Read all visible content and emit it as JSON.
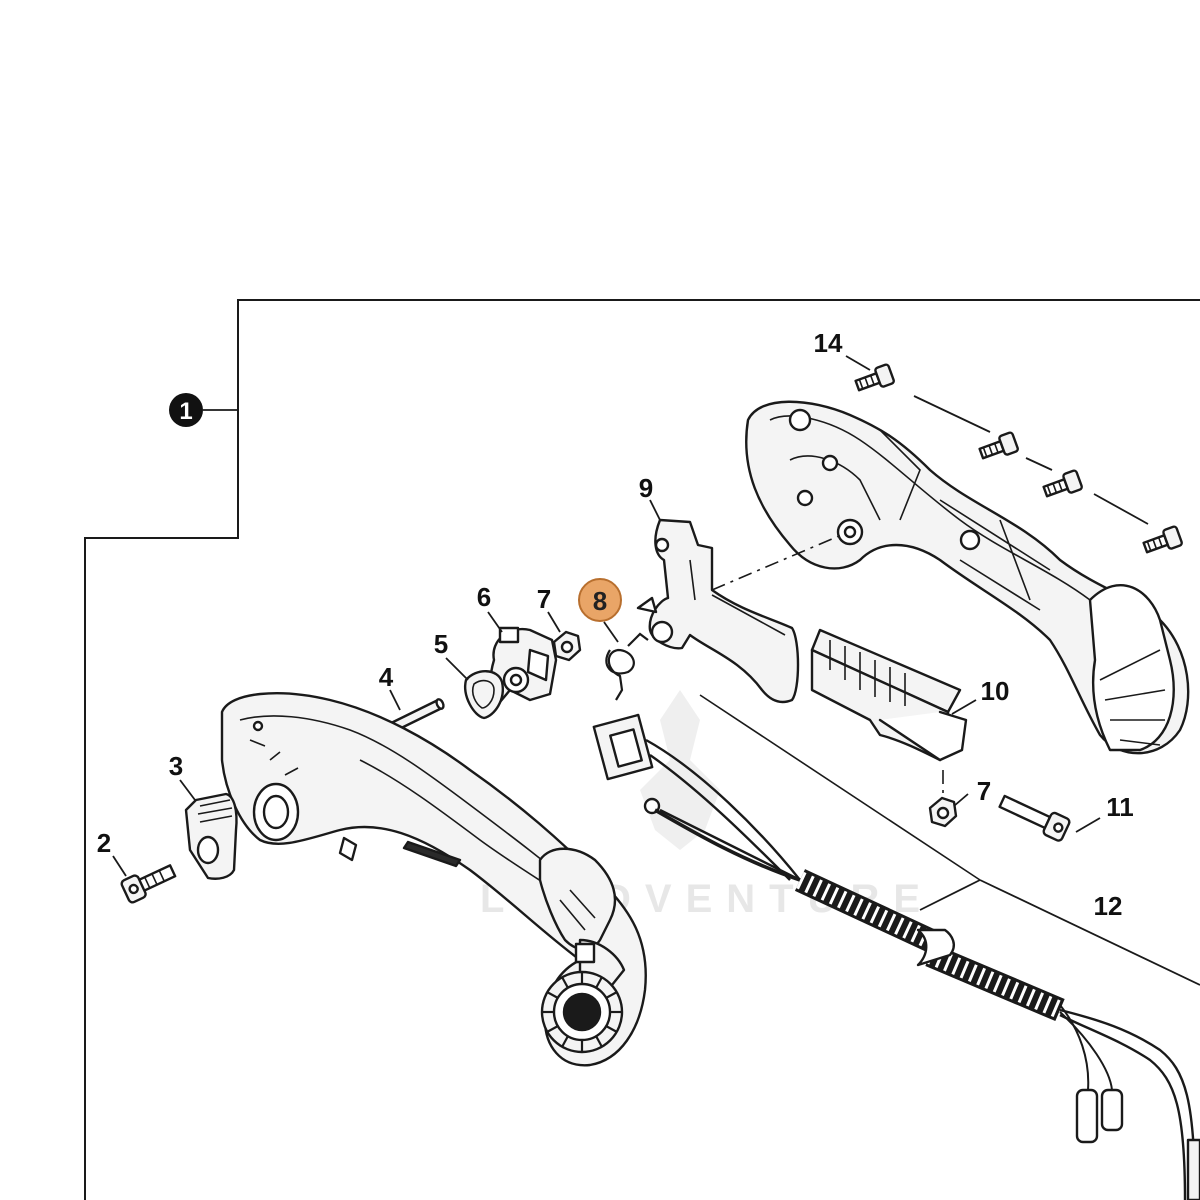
{
  "diagram": {
    "assembly_number": "1",
    "watermark": "LEADVENTURE",
    "highlight_color": "#e9a567",
    "callouts": {
      "c2": "2",
      "c3": "3",
      "c4": "4",
      "c5": "5",
      "c6": "6",
      "c7a": "7",
      "c7b": "7",
      "c8": "8",
      "c9": "9",
      "c10": "10",
      "c11": "11",
      "c12": "12",
      "c14": "14"
    },
    "highlighted_part": "8"
  }
}
